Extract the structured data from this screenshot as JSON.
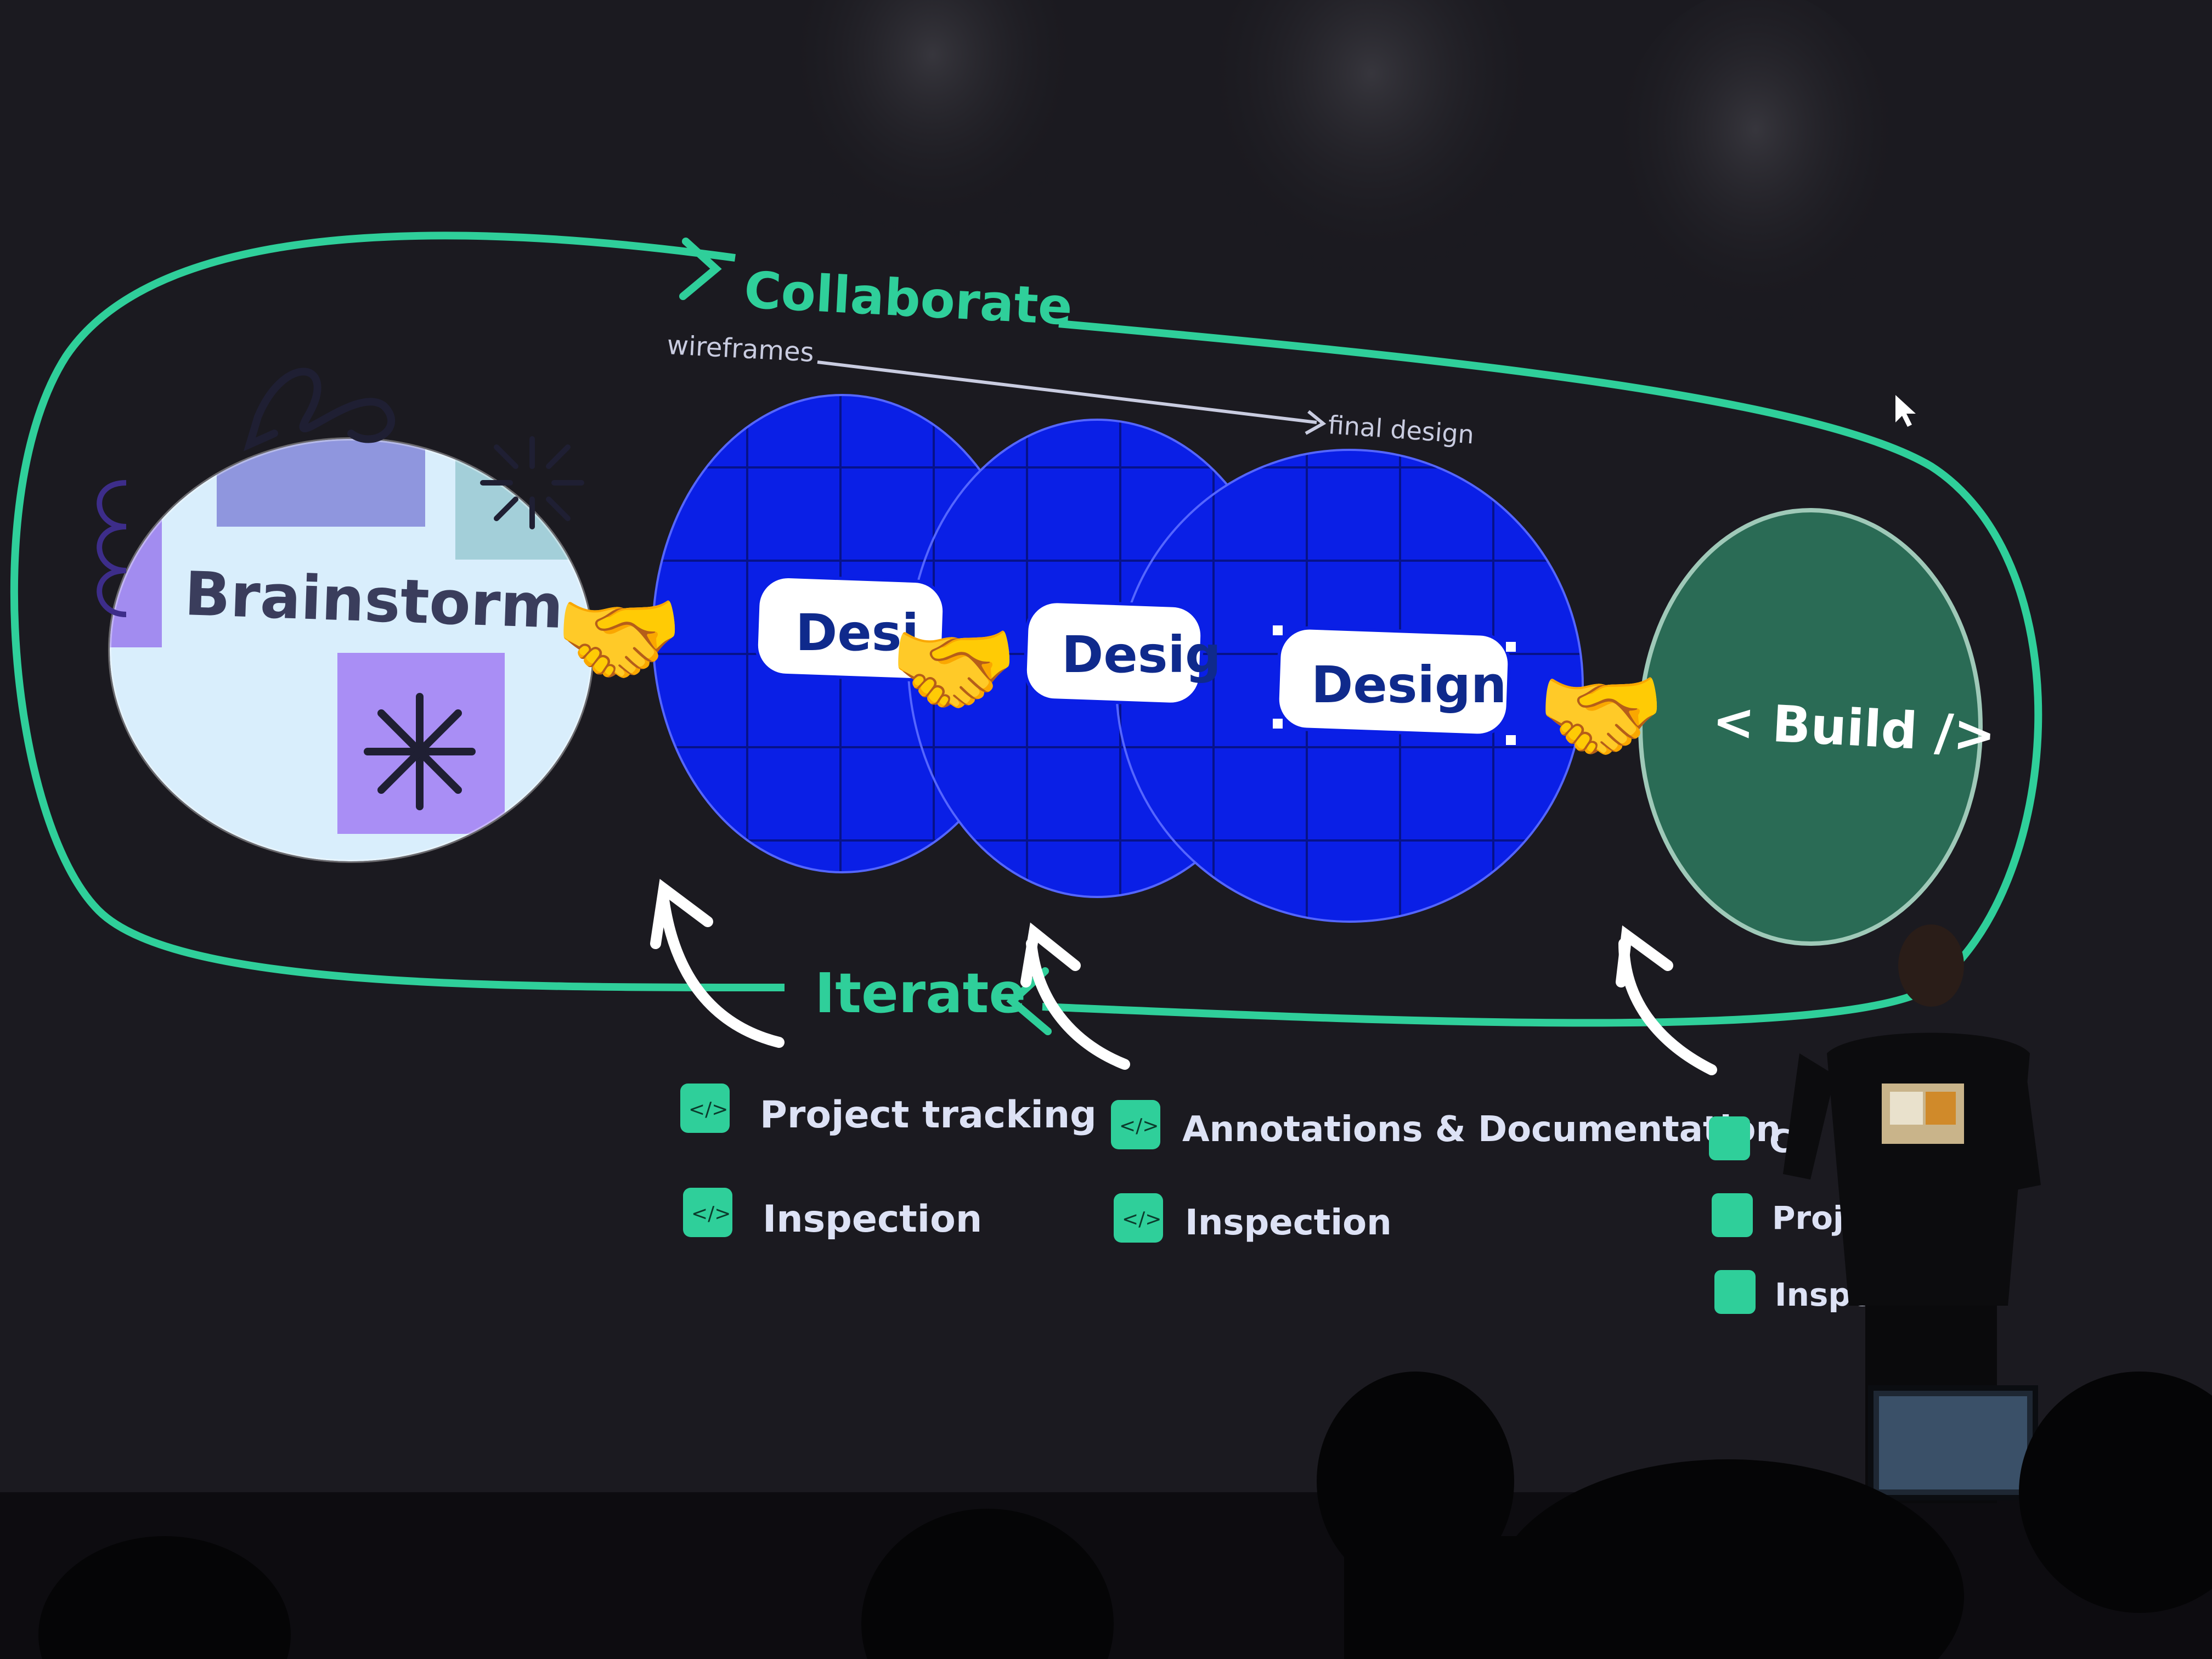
{
  "slide": {
    "collaborate_label": "Collaborate",
    "iterate_label": "Iterate",
    "wireframes_label": "wireframes",
    "final_design_label": "final design",
    "brainstorm_label": "Brainstorm",
    "design_labels": [
      "Desi",
      "Desig",
      "Design"
    ],
    "build_label": "< Build />",
    "handshake_glyph": "🤝",
    "code_icon_glyph": "</>"
  },
  "feature_lists": {
    "col1": [
      "Project tracking",
      "Inspection"
    ],
    "col2": [
      "Annotations & Documentation",
      "Inspection"
    ],
    "col3": [
      "C",
      "Proje",
      "Inspec"
    ]
  },
  "colors": {
    "accent_green": "#2fcf9a",
    "design_blue": "#0a1fe6",
    "build_green": "#2a6b55",
    "brainstorm_bg": "#d9eefc",
    "purple_tile": "#a79be8",
    "list_text": "#dde2f5"
  },
  "icons": [
    "handshake-icon",
    "code-icon",
    "squiggle-icon",
    "starburst-icon",
    "asterisk-icon",
    "flower-icon",
    "arrow-icon",
    "mouse-cursor-icon"
  ]
}
